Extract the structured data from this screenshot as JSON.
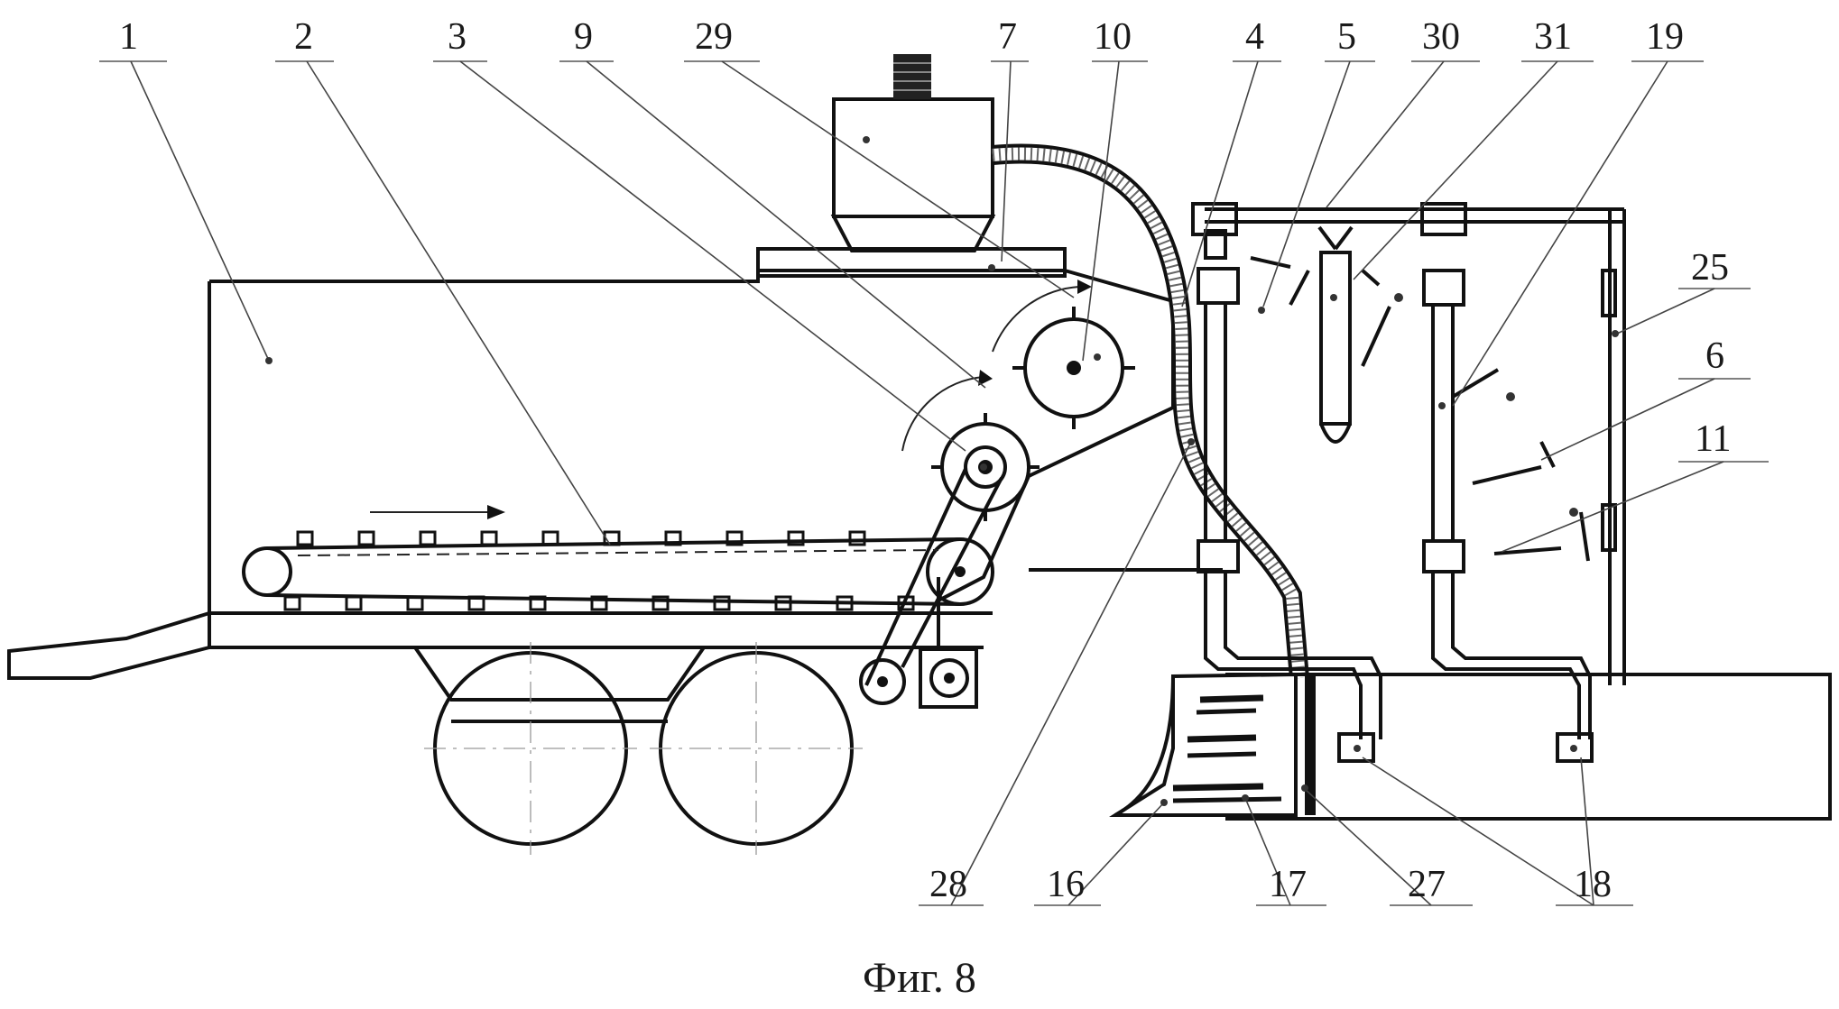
{
  "figure": {
    "caption": "Фиг. 8",
    "callouts": [
      {
        "id": "c1",
        "text": "1"
      },
      {
        "id": "c2",
        "text": "2"
      },
      {
        "id": "c3",
        "text": "3"
      },
      {
        "id": "c9",
        "text": "9"
      },
      {
        "id": "c29",
        "text": "29"
      },
      {
        "id": "c7",
        "text": "7"
      },
      {
        "id": "c10",
        "text": "10"
      },
      {
        "id": "c4",
        "text": "4"
      },
      {
        "id": "c5",
        "text": "5"
      },
      {
        "id": "c30",
        "text": "30"
      },
      {
        "id": "c31",
        "text": "31"
      },
      {
        "id": "c19",
        "text": "19"
      },
      {
        "id": "c25",
        "text": "25"
      },
      {
        "id": "c6",
        "text": "6"
      },
      {
        "id": "c11",
        "text": "11"
      },
      {
        "id": "c28",
        "text": "28"
      },
      {
        "id": "c16",
        "text": "16"
      },
      {
        "id": "c17",
        "text": "17"
      },
      {
        "id": "c27",
        "text": "27"
      },
      {
        "id": "c18",
        "text": "18"
      }
    ]
  }
}
